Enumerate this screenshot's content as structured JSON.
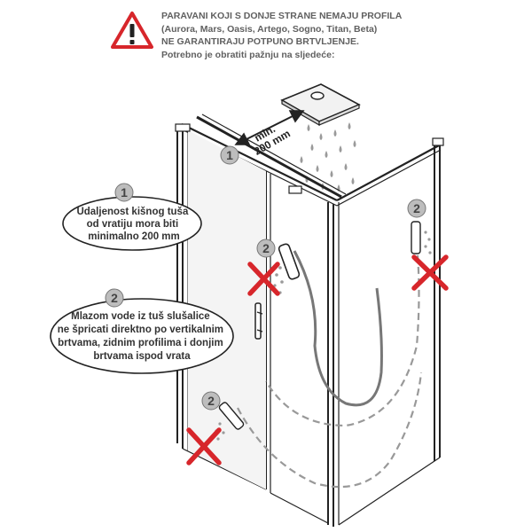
{
  "warning": {
    "icon": "warning-triangle-icon",
    "accent": "#d7262b",
    "lines": [
      "PARAVANI KOJI S DONJE STRANE NEMAJU PROFILA",
      "(Aurora, Mars, Oasis, Artego, Sogno, Titan, Beta)",
      "NE GARANTIRAJU POTPUNO BRTVLJENJE.",
      "Potrebno je obratiti pažnju na sljedeće:"
    ]
  },
  "dimension": {
    "marker": "1",
    "line1": "min.",
    "line2": "200 mm"
  },
  "notes": [
    {
      "number": "1",
      "lines": [
        "Udaljenost kišnog tuša",
        "od vratiju mora biti",
        "minimalno 200 mm"
      ]
    },
    {
      "number": "2",
      "lines": [
        "Mlazom vode iz tuš slušalice",
        "ne špricati direktno po vertikalnim",
        "brtvama, zidnim profilima i donjim",
        "brtvama ispod vrata"
      ]
    }
  ],
  "markers": {
    "label": "2",
    "cross_icon": "red-x-icon",
    "cross_color": "#d7262b"
  }
}
